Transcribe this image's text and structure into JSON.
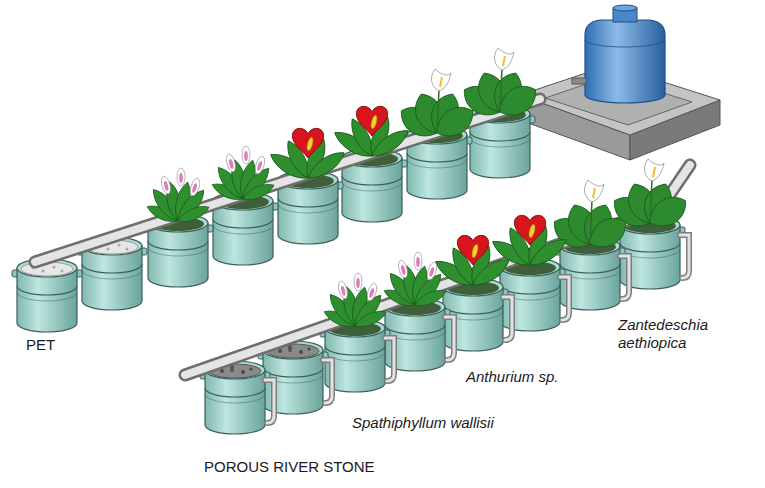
{
  "diagram": {
    "labels": [
      "Zantedeschia aethiopica",
      "PET",
      "Anthurium sp.",
      "Spathiphyllum wallisii",
      "POROUS RIVER STONE"
    ]
  }
}
